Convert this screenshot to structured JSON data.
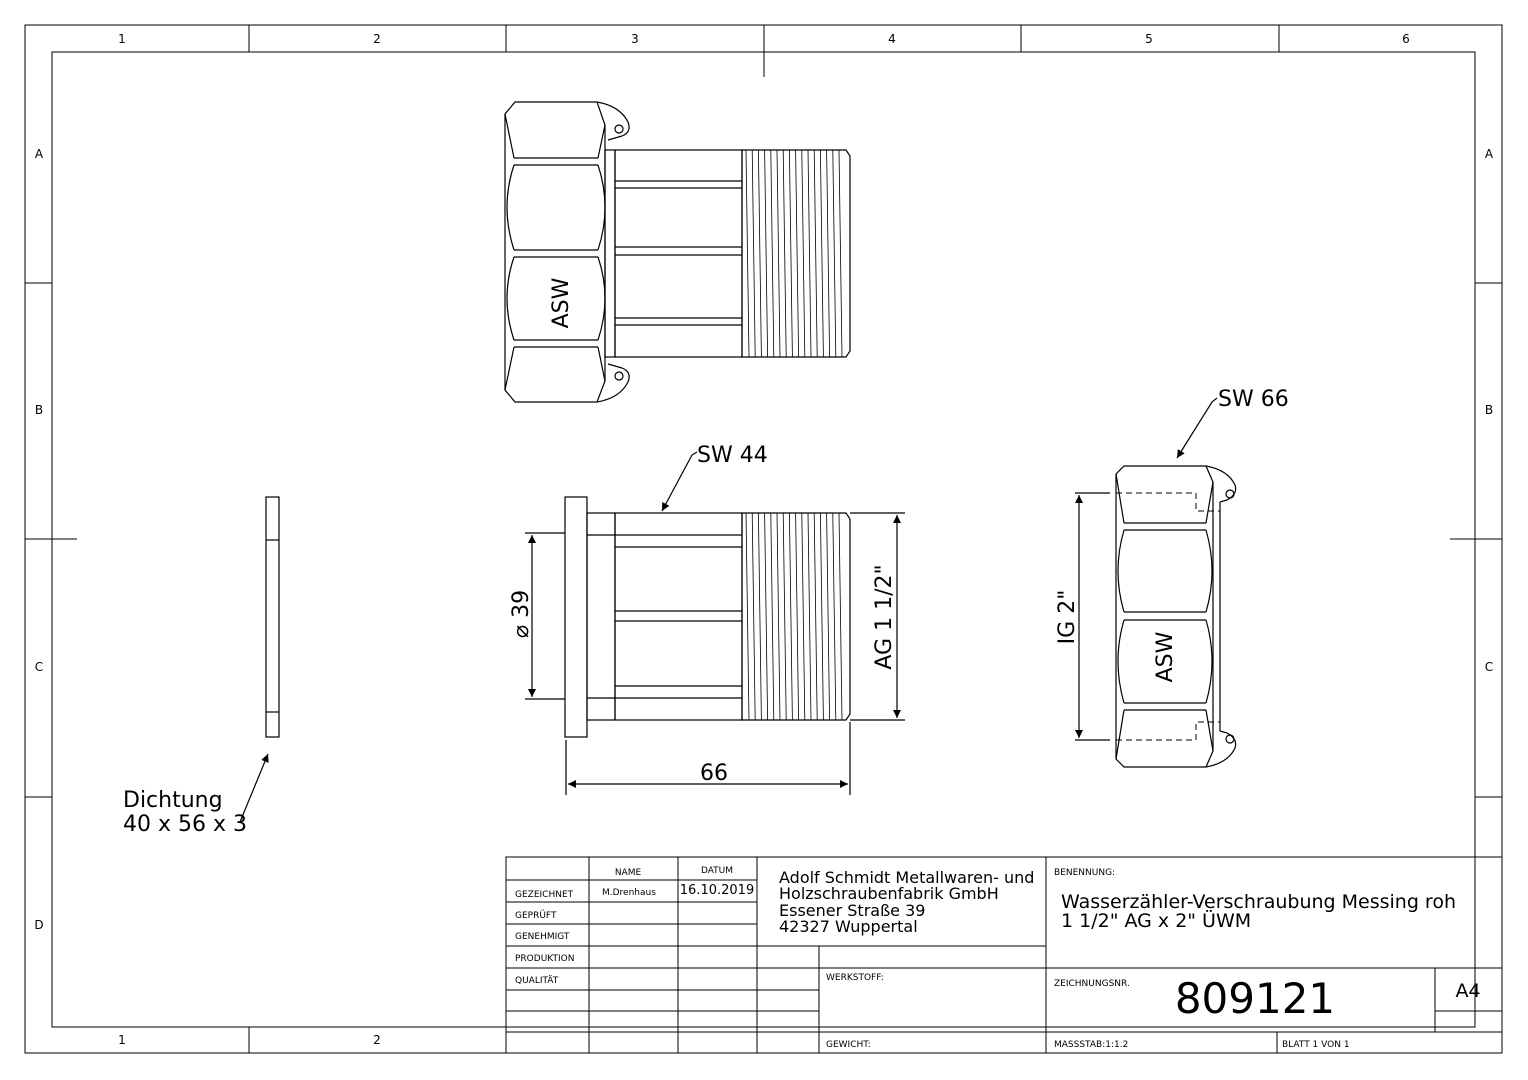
{
  "frame": {
    "columns": [
      "1",
      "2",
      "3",
      "4",
      "5",
      "6"
    ],
    "bottom_columns": [
      "1",
      "2"
    ],
    "rows": [
      "A",
      "B",
      "C",
      "D"
    ]
  },
  "views": {
    "marking": "ASW",
    "sw_44": "SW 44",
    "sw_66": "SW 66",
    "dia_39": "⌀ 39",
    "ag": "AG 1 1/2\"",
    "ig": "IG 2\"",
    "length_66": "66",
    "gasket_label_1": "Dichtung",
    "gasket_label_2": "40 x 56 x 3"
  },
  "title_block": {
    "name_header": "NAME",
    "date_header": "DATUM",
    "rows": [
      "GEZEICHNET",
      "GEPRÜFT",
      "GENEHMIGT",
      "PRODUKTION",
      "QUALITÄT"
    ],
    "drawn_by": "M.Drenhaus",
    "drawn_date": "16.10.2019",
    "company": [
      "Adolf Schmidt Metallwaren- und",
      "Holzschraubenfabrik GmbH",
      "Essener Straße 39",
      "42327 Wuppertal"
    ],
    "benennung_label": "BENENNUNG:",
    "title_line1": "Wasserzähler-Verschraubung Messing roh",
    "title_line2": "1 1/2\" AG x 2\" ÜWM",
    "werkstoff_label": "WERKSTOFF:",
    "zeichnungsnr_label": "ZEICHNUNGSNR.",
    "drawing_number": "809121",
    "format": "A4",
    "gewicht_label": "GEWICHT:",
    "scale": "MASSSTAB:1:1.2",
    "sheet": "BLATT 1 VON 1"
  }
}
